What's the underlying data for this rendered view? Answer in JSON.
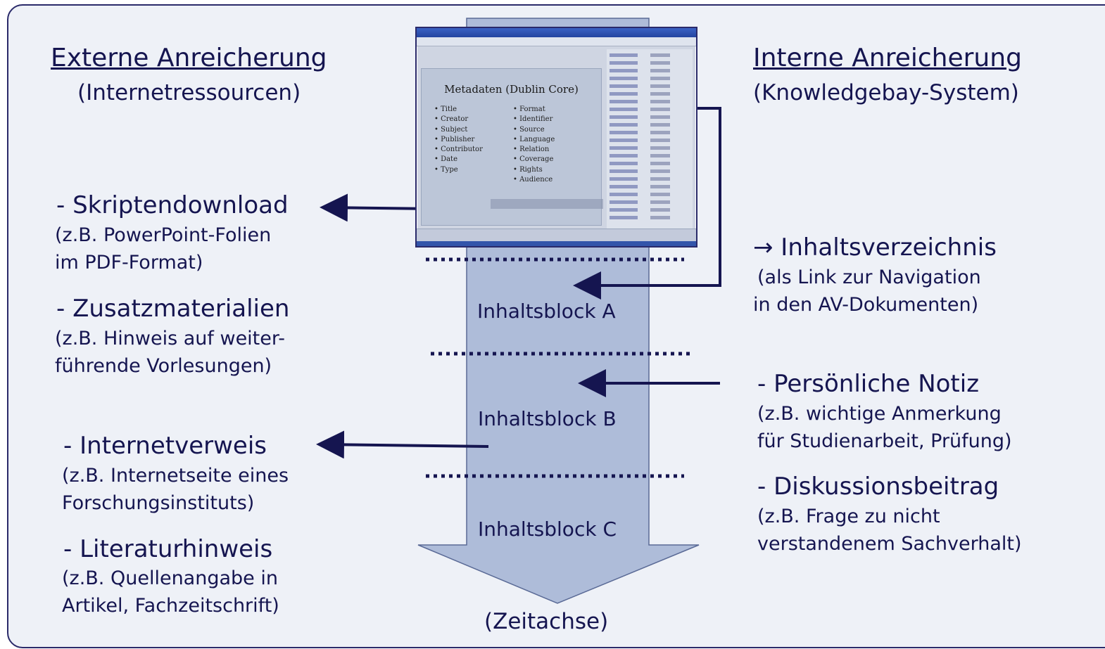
{
  "left": {
    "heading": "Externe Anreicherung",
    "subheading": "(Internetressourcen)",
    "items": [
      {
        "title": "- Skriptendownload",
        "lines": [
          "(z.B. PowerPoint-Folien",
          "im PDF-Format)"
        ]
      },
      {
        "title": "- Zusatzmaterialien",
        "lines": [
          "(z.B. Hinweis auf weiter-",
          "führende Vorlesungen)"
        ]
      },
      {
        "title": "- Internetverweis",
        "lines": [
          "(z.B. Internetseite eines",
          "Forschungsinstituts)"
        ]
      },
      {
        "title": "- Literaturhinweis",
        "lines": [
          "(z.B. Quellenangabe in",
          "Artikel, Fachzeitschrift)"
        ]
      }
    ]
  },
  "right": {
    "heading": "Interne Anreicherung",
    "subheading": "(Knowledgebay-System)",
    "items": [
      {
        "title": "→ Inhaltsverzeichnis",
        "lines": [
          "(als Link zur Navigation",
          "in den AV-Dokumenten)"
        ]
      },
      {
        "title": "- Persönliche Notiz",
        "lines": [
          "(z.B. wichtige Anmerkung",
          "für Studienarbeit, Prüfung)"
        ]
      },
      {
        "title": "- Diskussionsbeitrag",
        "lines": [
          "(z.B. Frage zu nicht",
          "verstandenem Sachverhalt)"
        ]
      }
    ]
  },
  "center": {
    "blocks": [
      "Inhaltsblock A",
      "Inhaltsblock B",
      "Inhaltsblock C"
    ],
    "axis_label": "(Zeitachse)"
  },
  "screenshot": {
    "slide_title": "Metadaten (Dublin Core)",
    "col1": [
      "Title",
      "Creator",
      "Subject",
      "Publisher",
      "Contributor",
      "Date",
      "Type"
    ],
    "col2": [
      "Format",
      "Identifier",
      "Source",
      "Language",
      "Relation",
      "Coverage",
      "Rights",
      "Audience"
    ]
  },
  "colors": {
    "arrow_fill": "#aebcd9",
    "ink": "#151550",
    "background": "#eef1f7"
  }
}
